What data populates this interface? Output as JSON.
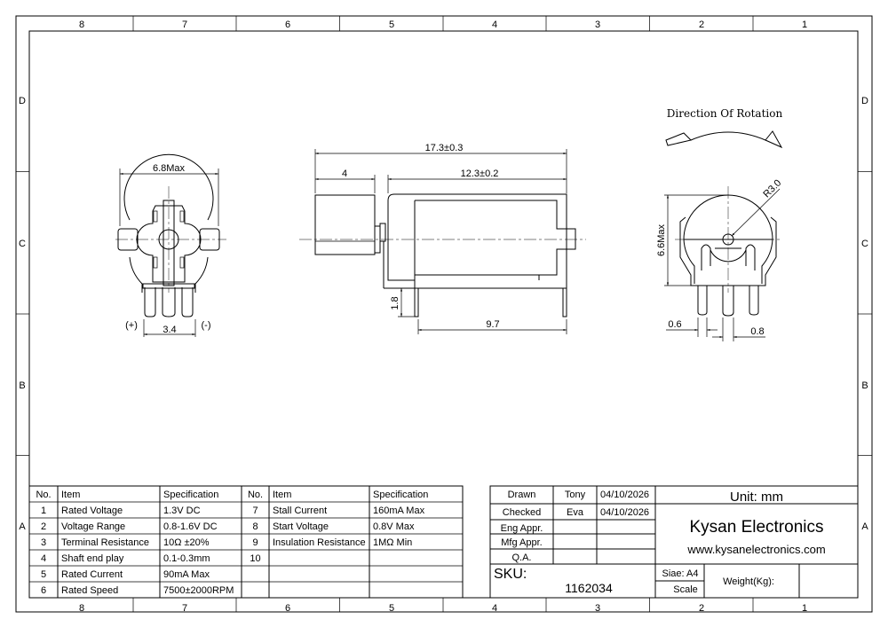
{
  "zones": {
    "columns": [
      "8",
      "7",
      "6",
      "5",
      "4",
      "3",
      "2",
      "1"
    ],
    "rows": [
      "D",
      "C",
      "B",
      "A"
    ]
  },
  "drawing": {
    "front_view": {
      "width_dim": "6.8Max",
      "pin_pitch_dim": "3.4",
      "plus_label": "(+)",
      "minus_label": "(-)"
    },
    "side_view": {
      "total_length": "17.3±0.3",
      "weight_length": "4",
      "body_length": "12.3±0.2",
      "pin_height": "1.8",
      "pin_span": "9.7"
    },
    "rear_view": {
      "title": "Direction Of Rotation",
      "radius": "R3.0",
      "height_dim": "6.6Max",
      "dim_a": "0.6",
      "dim_b": "0.8"
    }
  },
  "spec_table": {
    "headers": [
      "No.",
      "Item",
      "Specification",
      "No.",
      "Item",
      "Specification"
    ],
    "rows": [
      [
        "1",
        "Rated Voltage",
        "1.3V DC",
        "7",
        "Stall Current",
        "160mA Max"
      ],
      [
        "2",
        "Voltage Range",
        "0.8-1.6V DC",
        "8",
        "Start Voltage",
        "0.8V Max"
      ],
      [
        "3",
        "Terminal Resistance",
        "10Ω ±20%",
        "9",
        "Insulation Resistance",
        "1MΩ Min"
      ],
      [
        "4",
        "Shaft end play",
        "0.1-0.3mm",
        "10",
        "",
        ""
      ],
      [
        "5",
        "Rated Current",
        "90mA Max",
        "",
        "",
        ""
      ],
      [
        "6",
        "Rated Speed",
        "7500±2000RPM",
        "",
        "",
        ""
      ]
    ]
  },
  "title_block": {
    "approvals": [
      [
        "Drawn",
        "Tony",
        "04/10/2026"
      ],
      [
        "Checked",
        "Eva",
        "04/10/2026"
      ],
      [
        "Eng Appr.",
        "",
        ""
      ],
      [
        "Mfg Appr.",
        "",
        ""
      ],
      [
        "Q.A.",
        "",
        ""
      ]
    ],
    "unit": "Unit: mm",
    "company": "Kysan Electronics",
    "website": "www.kysanelectronics.com",
    "sku_label": "SKU:",
    "sku": "1162034",
    "size": "Siae: A4",
    "scale": "Scale",
    "weight": "Weight(Kg):"
  }
}
